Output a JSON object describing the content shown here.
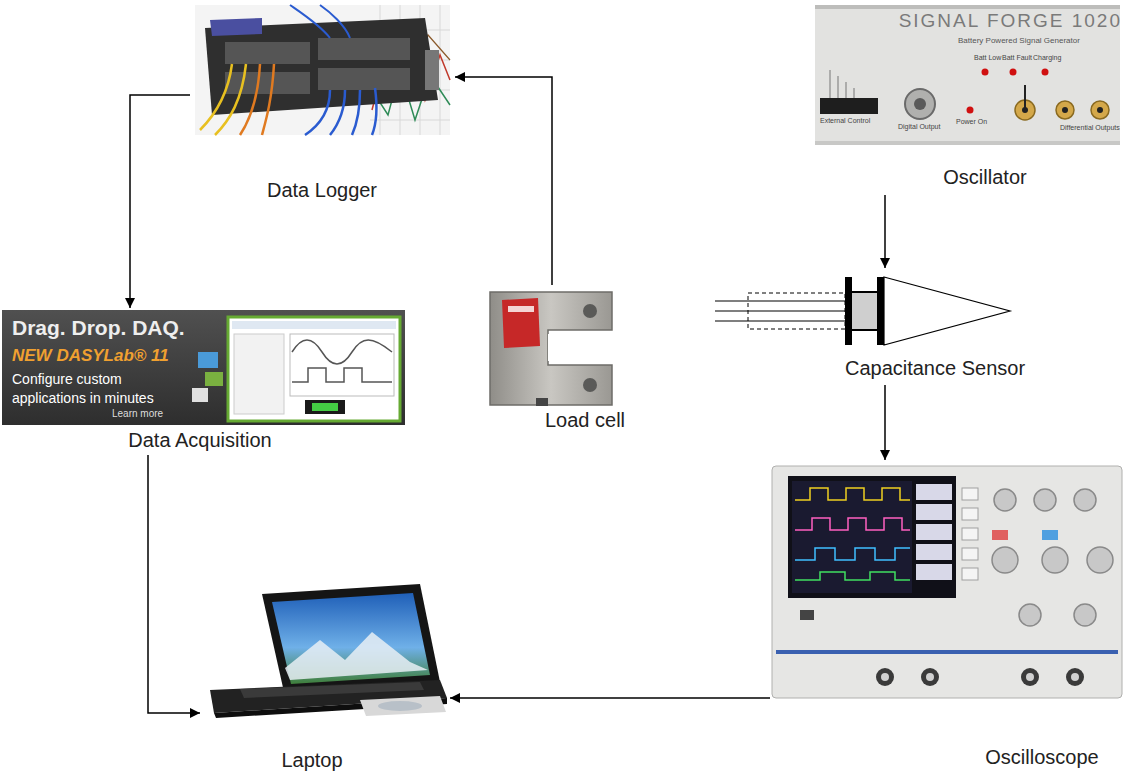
{
  "diagram": {
    "nodes": [
      {
        "text": [
          "Data Logger"
        ]
      },
      {
        "text": [
          "Oscillator"
        ]
      },
      {
        "text": [
          "Data Acquisition"
        ]
      },
      {
        "text": [
          "Load cell"
        ]
      },
      {
        "text": [
          "Capacitance Sensor"
        ]
      },
      {
        "text": [
          "Laptop"
        ]
      },
      {
        "text": [
          "Oscilloscope"
        ]
      }
    ],
    "edges": [
      {
        "from": 3,
        "to": 0,
        "arrow": "to"
      },
      {
        "from": 0,
        "to": 2,
        "arrow": "to"
      },
      {
        "from": 2,
        "to": 5,
        "arrow": "to"
      },
      {
        "from": 1,
        "to": 4,
        "arrow": "to"
      },
      {
        "from": 4,
        "to": 6,
        "arrow": "to"
      },
      {
        "from": 6,
        "to": 5,
        "arrow": "to"
      }
    ],
    "labels": [
      "Drag. Drop. DAQ.",
      "NEW DASYLab® 11",
      "Configure custom applications in minutes",
      "Learn more",
      "SIGNAL FORGE 1020",
      "Battery Powered Signal Generator",
      "Batt Low",
      "Batt Fault",
      "Charging",
      "Power On",
      "Digital Output",
      "External Control",
      "Differential Outputs"
    ]
  }
}
